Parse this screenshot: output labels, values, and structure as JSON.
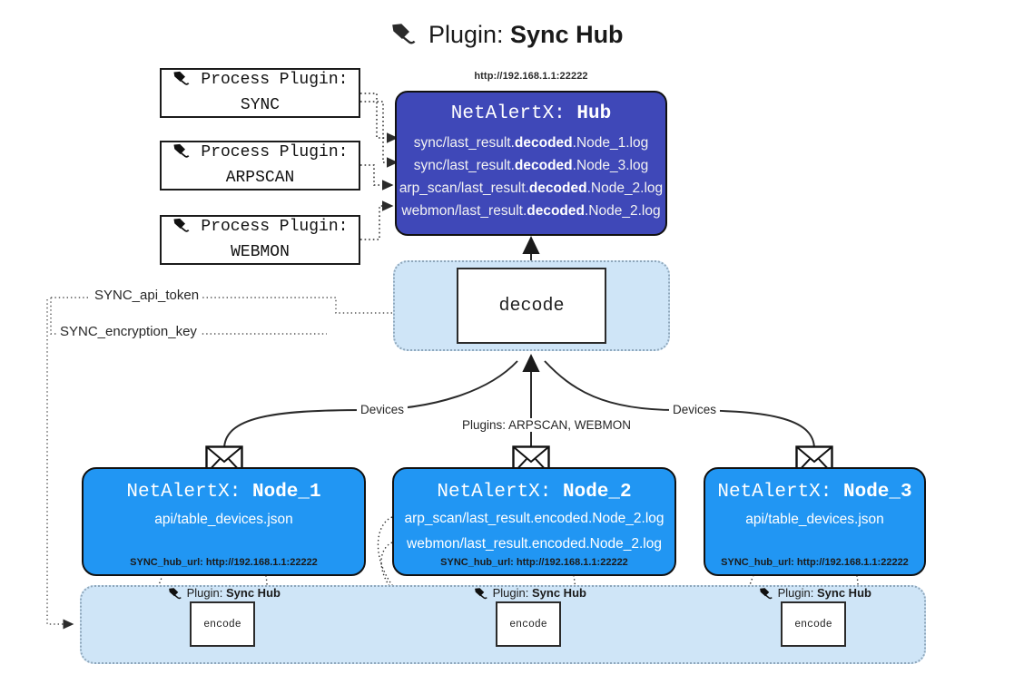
{
  "title": {
    "icon": "plug-icon",
    "prefix": "Plugin:",
    "name": "Sync Hub"
  },
  "process_plugins": [
    {
      "icon": "plug-icon",
      "line1": "Process Plugin:",
      "line2": "SYNC"
    },
    {
      "icon": "plug-icon",
      "line1": "Process Plugin:",
      "line2": "ARPSCAN"
    },
    {
      "icon": "plug-icon",
      "line1": "Process Plugin:",
      "line2": "WEBMON"
    }
  ],
  "hub": {
    "url": "http://192.168.1.1:22222",
    "title_prefix": "NetAlertX:",
    "title_name": "Hub",
    "logs": [
      {
        "pre": "sync/last_result.",
        "mid": "decoded",
        "post": ".Node_1.log"
      },
      {
        "pre": "sync/last_result.",
        "mid": "decoded",
        "post": ".Node_3.log"
      },
      {
        "pre": "arp_scan/last_result.",
        "mid": "decoded",
        "post": ".Node_2.log"
      },
      {
        "pre": "webmon/last_result.",
        "mid": "decoded",
        "post": ".Node_2.log"
      }
    ]
  },
  "decode": {
    "label": "decode"
  },
  "config": {
    "api_token": "SYNC_api_token",
    "encryption_key": "SYNC_encryption_key"
  },
  "edge_labels": {
    "devices_left": "Devices",
    "devices_right": "Devices",
    "plugins_center": "Plugins: ARPSCAN, WEBMON"
  },
  "nodes": [
    {
      "icon": "envelope-icon",
      "title_prefix": "NetAlertX:",
      "title_name": "Node_1",
      "lines": [
        "api/table_devices.json"
      ],
      "footer": "SYNC_hub_url: http://192.168.1.1:22222"
    },
    {
      "icon": "envelope-icon",
      "title_prefix": "NetAlertX:",
      "title_name": "Node_2",
      "lines": [
        "arp_scan/last_result.encoded.Node_2.log",
        "webmon/last_result.encoded.Node_2.log"
      ],
      "footer": "SYNC_hub_url: http://192.168.1.1:22222"
    },
    {
      "icon": "envelope-icon",
      "title_prefix": "NetAlertX:",
      "title_name": "Node_3",
      "lines": [
        "api/table_devices.json"
      ],
      "footer": "SYNC_hub_url: http://192.168.1.1:22222"
    }
  ],
  "encoders": [
    {
      "icon": "plug-icon",
      "tag_prefix": "Plugin:",
      "tag_name": "Sync Hub",
      "label": "encode"
    },
    {
      "icon": "plug-icon",
      "tag_prefix": "Plugin:",
      "tag_name": "Sync Hub",
      "label": "encode"
    },
    {
      "icon": "plug-icon",
      "tag_prefix": "Plugin:",
      "tag_name": "Sync Hub",
      "label": "encode"
    }
  ],
  "colors": {
    "hub": "#3f48b8",
    "node": "#2196f3",
    "panel": "#cfe5f7",
    "stroke": "#1b1b1b"
  }
}
